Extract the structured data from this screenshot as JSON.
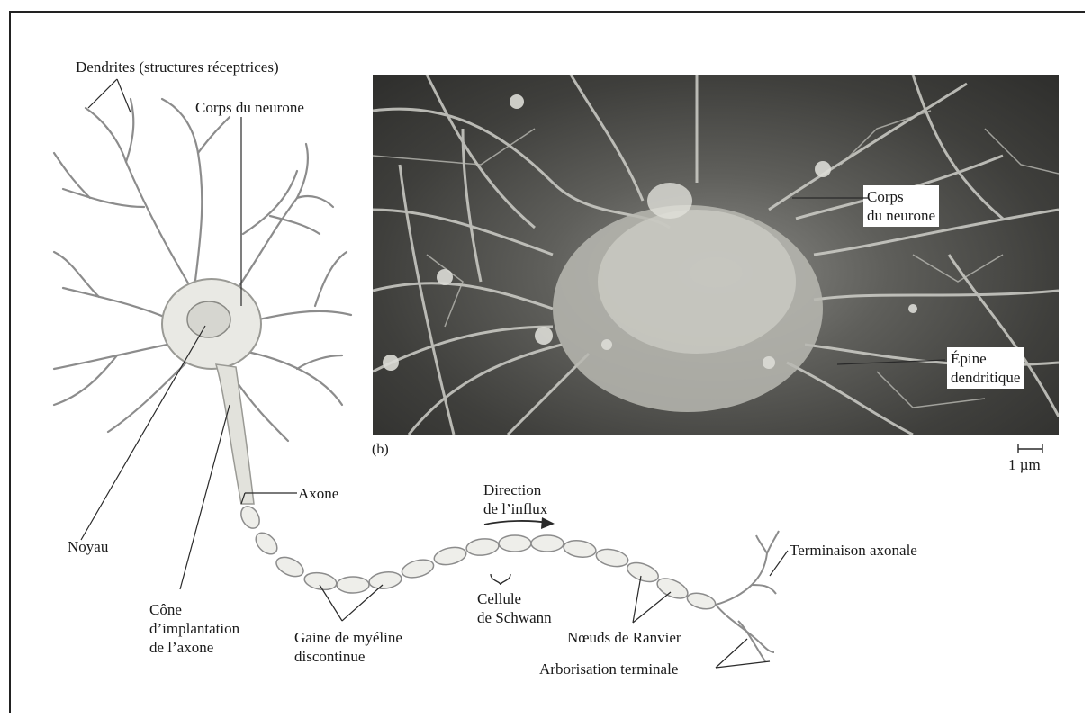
{
  "labels": {
    "dendrites": "Dendrites (structures réceptrices)",
    "corps_du_neurone": "Corps du neurone",
    "noyau": "Noyau",
    "axone": "Axone",
    "cone": "Cône\nd’implantation\nde l’axone",
    "direction": "Direction\nde l’influx",
    "gaine": "Gaine de myéline\ndiscontinue",
    "cellule_schwann": "Cellule\nde Schwann",
    "noeuds": "Nœuds de Ranvier",
    "terminaison": "Terminaison axonale",
    "arborisation": "Arborisation terminale"
  },
  "photo": {
    "panel_label": "(b)",
    "corps_box": "Corps\ndu neurone",
    "epine_box": "Épine\ndendritique",
    "scale_label": "1 µm"
  },
  "colors": {
    "line": "#2a2a2a",
    "neuron_stroke": "#8c8c8c",
    "photo_dark": "#3a3a37",
    "photo_light": "#d8d8d2"
  }
}
